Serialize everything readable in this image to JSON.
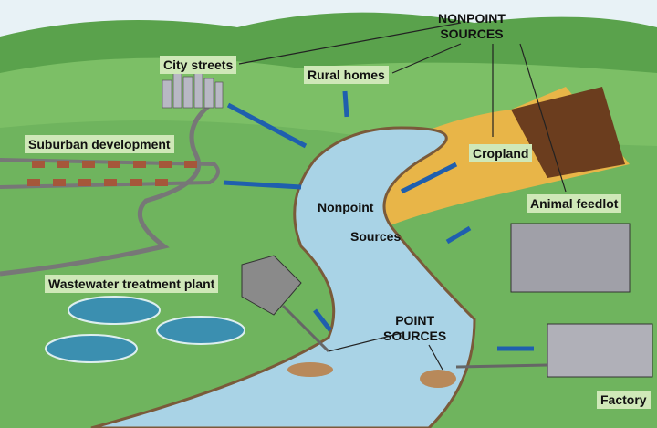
{
  "labels": {
    "nonpoint_sources_top": [
      "NONPOINT",
      "SOURCES"
    ],
    "city_streets": "City streets",
    "rural_homes": "Rural homes",
    "suburban_development": "Suburban development",
    "cropland": "Cropland",
    "nonpoint_sources_river": [
      "Nonpoint",
      "Sources"
    ],
    "animal_feedlot": "Animal feedlot",
    "wastewater_treatment_plant": "Wastewater treatment plant",
    "point_sources": [
      "POINT",
      "SOURCES"
    ],
    "factory": "Factory"
  },
  "colors": {
    "river": "#a9d3e6",
    "land": "#6fb45e",
    "arrow": "#1f5fae",
    "label_bg": "#cfe8b8",
    "cropland": "#e8b548",
    "feedlot_soil": "#6b3d1e"
  }
}
